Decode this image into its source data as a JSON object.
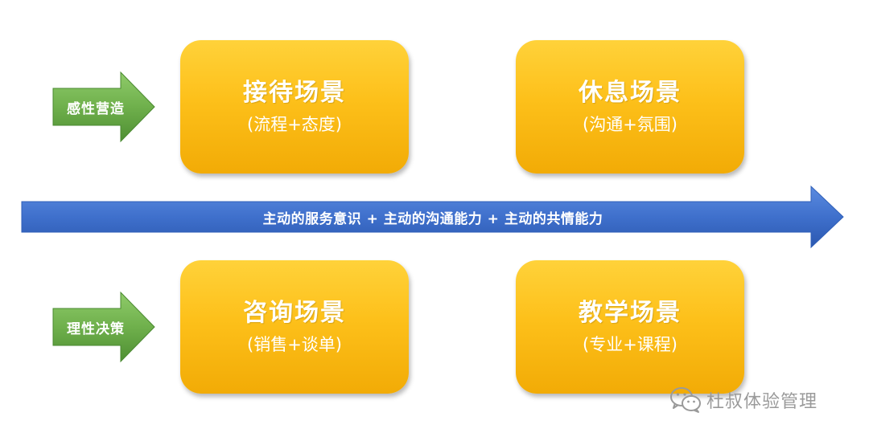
{
  "boxes": {
    "reception": {
      "title": "接待场景",
      "subtitle": "(流程+态度)"
    },
    "rest": {
      "title": "休息场景",
      "subtitle": "(沟通+氛围)"
    },
    "consult": {
      "title": "咨询场景",
      "subtitle": "(销售+谈单)"
    },
    "teach": {
      "title": "教学场景",
      "subtitle": "(专业+课程)"
    }
  },
  "side_arrows": {
    "emotional": "感性营造",
    "rational": "理性决策"
  },
  "main_arrow": {
    "label": "主动的服务意识 + 主动的沟通能力 + 主动的共情能力"
  },
  "watermark": {
    "icon": "wechat-icon",
    "text": "杜叔体验管理"
  },
  "colors": {
    "box": "#fdc01a",
    "side_arrow": "#6aa84f",
    "main_arrow": "#3d6fc9",
    "text": "#ffffff"
  }
}
